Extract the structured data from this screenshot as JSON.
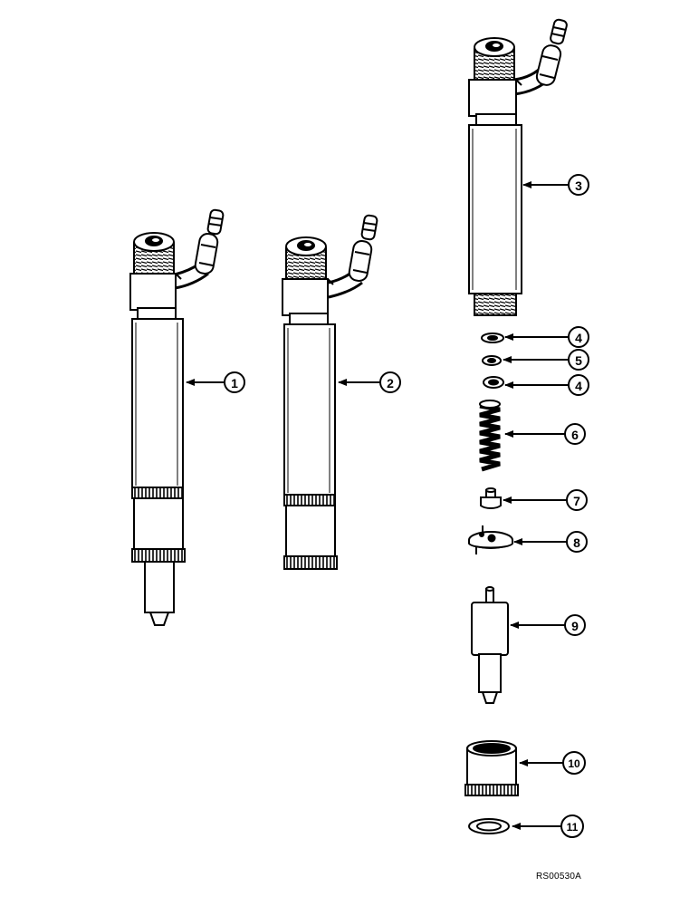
{
  "callouts": [
    {
      "id": "c1",
      "label": "1"
    },
    {
      "id": "c2",
      "label": "2"
    },
    {
      "id": "c3",
      "label": "3"
    },
    {
      "id": "c4a",
      "label": "4"
    },
    {
      "id": "c5",
      "label": "5"
    },
    {
      "id": "c4b",
      "label": "4"
    },
    {
      "id": "c6",
      "label": "6"
    },
    {
      "id": "c7",
      "label": "7"
    },
    {
      "id": "c8",
      "label": "8"
    },
    {
      "id": "c9",
      "label": "9"
    },
    {
      "id": "c10",
      "label": "10"
    },
    {
      "id": "c11",
      "label": "11"
    }
  ],
  "reference_code": "RS00530A"
}
